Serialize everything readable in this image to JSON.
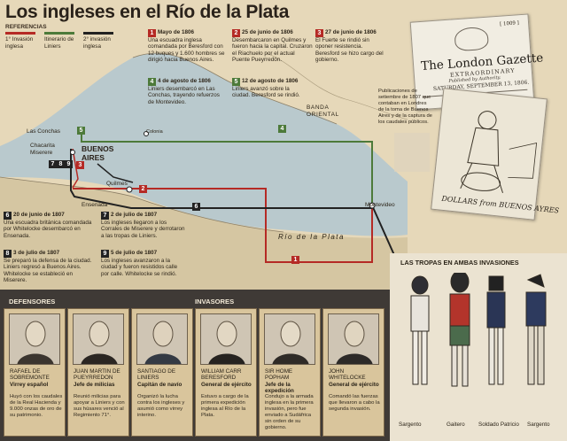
{
  "title": "Los ingleses en el Río de la Plata",
  "refs_label": "REFERENCIAS",
  "legend": [
    {
      "label": "1° Invasión inglesa",
      "color": "#b52a25"
    },
    {
      "label": "Itinerario de Liniers",
      "color": "#4d7a3a"
    },
    {
      "label": "2° invasión inglesa",
      "color": "#222222"
    }
  ],
  "events": [
    {
      "n": "1",
      "kind": "red",
      "head": "Mayo de 1806",
      "text": "Una escuadra inglesa comandada por Beresford con 12 buques y 1.600 hombres se dirigió hacia Buenos Aires."
    },
    {
      "n": "2",
      "kind": "red",
      "head": "25 de junio de 1806",
      "text": "Desembarcaron en Quilmes y fueron hacia la capital. Cruzaron el Riachuelo por el actual Puente Pueyrredón."
    },
    {
      "n": "3",
      "kind": "red",
      "head": "27 de junio de 1806",
      "text": "El Fuerte se rindió sin oponer resistencia. Beresford se hizo cargo del gobierno."
    },
    {
      "n": "4",
      "kind": "grn",
      "head": "4 de agosto de 1806",
      "text": "Liniers desembarcó en Las Conchas, trayendo refuerzos de Montevideo."
    },
    {
      "n": "5",
      "kind": "grn",
      "head": "12 de agosto de 1806",
      "text": "Liniers avanzó sobre la ciudad. Beresford se rindió."
    },
    {
      "n": "6",
      "kind": "blk",
      "head": "20 de junio de 1807",
      "text": "Una escuadra británica comandada por Whitelocke desembarcó en Ensenada."
    },
    {
      "n": "7",
      "kind": "blk",
      "head": "2 de julio de 1807",
      "text": "Los ingleses llegaron a los Corrales de Miserere y derrotaron a las tropas de Liniers."
    },
    {
      "n": "8",
      "kind": "blk",
      "head": "3 de julio de 1807",
      "text": "Se preparó la defensa de la ciudad. Liniers regresó a Buenos Aires. Whitelocke se estableció en Miserere."
    },
    {
      "n": "9",
      "kind": "blk",
      "head": "5 de julio de 1807",
      "text": "Los ingleses avanzaron a la ciudad y fueron resistidos calle por calle. Whitelocke se rindió."
    }
  ],
  "map": {
    "las_conchas": "Las Conchas",
    "chacarita": "Chacarita",
    "miserere": "Miserere",
    "buenos_aires": "BUENOS AIRES",
    "quilmes": "Quilmes",
    "ensenada": "Ensenada",
    "colonia": "Colonia",
    "montevideo": "Montevideo",
    "banda_oriental": "BANDA ORIENTAL",
    "rio": "Río de la Plata"
  },
  "gazette": {
    "header": "[ 1009 ]",
    "name": "The London Gazette",
    "sub": "EXTRAORDINARY",
    "auth": "Published by Authority.",
    "date": "SATURDAY, SEPTEMBER 13, 1806."
  },
  "caricature_caption": "DOLLARS from BUENOS AYRES",
  "pub_note": "Publicaciones de setiembre de 1807 que contaban en Londres de la toma de Buenos Aires y de la captura de los caudales públicos.",
  "tropas": {
    "title": "LAS TROPAS EN AMBAS INVASIONES",
    "labels": [
      "Sargento",
      "Gaitero",
      "Soldado Patricio",
      "Sargento"
    ]
  },
  "defensores_label": "DEFENSORES",
  "invasores_label": "INVASORES",
  "cards": [
    {
      "name": "RAFAEL DE SOBREMONTE",
      "role": "Virrey español",
      "desc": "Huyó con los caudales de la Real Hacienda y 9.000 onzas de oro de su patrimonio."
    },
    {
      "name": "JUAN MARTIN DE PUEYRREDON",
      "role": "Jefe de milicias",
      "desc": "Reunió milicias para apoyar a Liniers y con sus húsares venció al Regimiento 71°."
    },
    {
      "name": "SANTIAGO DE LINIERS",
      "role": "Capitán de navío",
      "desc": "Organizó la lucha contra los ingleses y asumió como virrey interino."
    },
    {
      "name": "WILLIAM CARR BERESFORD",
      "role": "General de ejército",
      "desc": "Estuvo a cargo de la primera expedición inglesa al Río de la Plata."
    },
    {
      "name": "SIR HOME POPHAM",
      "role": "Jefe de la expedición",
      "desc": "Condujo a la armada inglesa en la primera invasión, pero fue enviado a Sudáfrica sin orden de su gobierno."
    },
    {
      "name": "JOHN WHITELOCKE",
      "role": "General de ejército",
      "desc": "Comandó las fuerzas que llevaron a cabo la segunda invasión."
    }
  ],
  "colors": {
    "red": "#b52a25",
    "green": "#4d7a3a",
    "black": "#222222",
    "water": "#b9c9cd",
    "land": "#d8c9a7"
  }
}
